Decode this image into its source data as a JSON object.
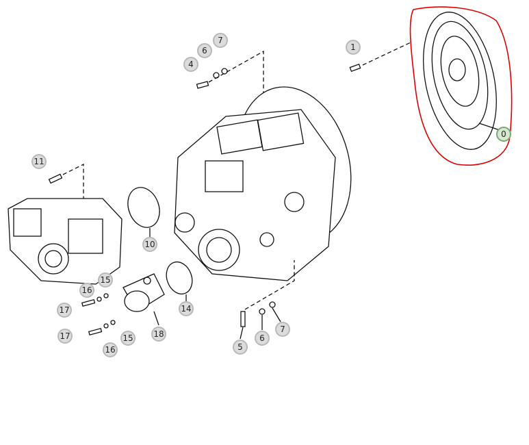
{
  "diagram": {
    "colors": {
      "highlight": "#e00000",
      "selected_callout": "#7aa872",
      "callout": "#b8b8b8"
    },
    "callouts": [
      {
        "id": "c0",
        "label": "0",
        "selected": true
      },
      {
        "id": "c1",
        "label": "1"
      },
      {
        "id": "c4",
        "label": "4"
      },
      {
        "id": "c6a",
        "label": "6"
      },
      {
        "id": "c7a",
        "label": "7"
      },
      {
        "id": "c11",
        "label": "11"
      },
      {
        "id": "c10",
        "label": "10"
      },
      {
        "id": "c14",
        "label": "14"
      },
      {
        "id": "c15a",
        "label": "15"
      },
      {
        "id": "c16a",
        "label": "16"
      },
      {
        "id": "c17a",
        "label": "17"
      },
      {
        "id": "c17b",
        "label": "17"
      },
      {
        "id": "c16b",
        "label": "16"
      },
      {
        "id": "c15b",
        "label": "15"
      },
      {
        "id": "c18",
        "label": "18"
      },
      {
        "id": "c5",
        "label": "5"
      },
      {
        "id": "c6b",
        "label": "6"
      },
      {
        "id": "c7b",
        "label": "7"
      }
    ]
  }
}
